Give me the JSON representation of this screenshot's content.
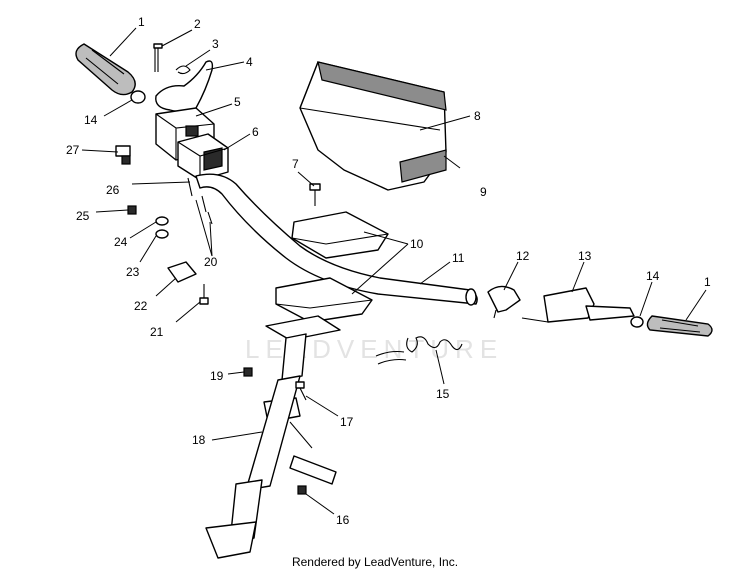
{
  "watermark": "LEADVENTURE",
  "credit": "Rendered by LeadVenture, Inc.",
  "callouts": {
    "c1_left": "1",
    "c2": "2",
    "c3": "3",
    "c4": "4",
    "c5": "5",
    "c6": "6",
    "c7": "7",
    "c8": "8",
    "c9": "9",
    "c10": "10",
    "c11": "11",
    "c12": "12",
    "c13": "13",
    "c14_right": "14",
    "c1_right": "1",
    "c14_left": "14",
    "c27": "27",
    "c26": "26",
    "c25": "25",
    "c24": "24",
    "c23": "23",
    "c20": "20",
    "c22": "22",
    "c21": "21",
    "c15": "15",
    "c19": "19",
    "c17": "17",
    "c18": "18",
    "c16": "16"
  }
}
